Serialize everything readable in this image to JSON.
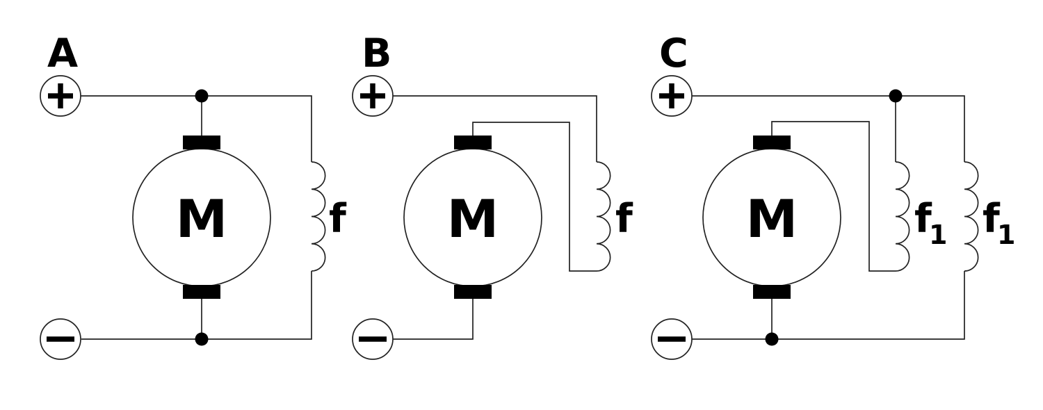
{
  "figure": {
    "background_color": "#ffffff",
    "line_color": "#222222",
    "diagrams": [
      {
        "label": "A",
        "terminals": {
          "positive": "+",
          "negative": "−"
        },
        "motor_label": "M",
        "windings": [
          {
            "name": "f",
            "subscript": ""
          }
        ]
      },
      {
        "label": "B",
        "terminals": {
          "positive": "+",
          "negative": "−"
        },
        "motor_label": "M",
        "windings": [
          {
            "name": "f",
            "subscript": ""
          }
        ]
      },
      {
        "label": "C",
        "terminals": {
          "positive": "+",
          "negative": "−"
        },
        "motor_label": "M",
        "windings": [
          {
            "name": "f",
            "subscript": "1"
          },
          {
            "name": "f",
            "subscript": "1"
          }
        ]
      }
    ]
  }
}
